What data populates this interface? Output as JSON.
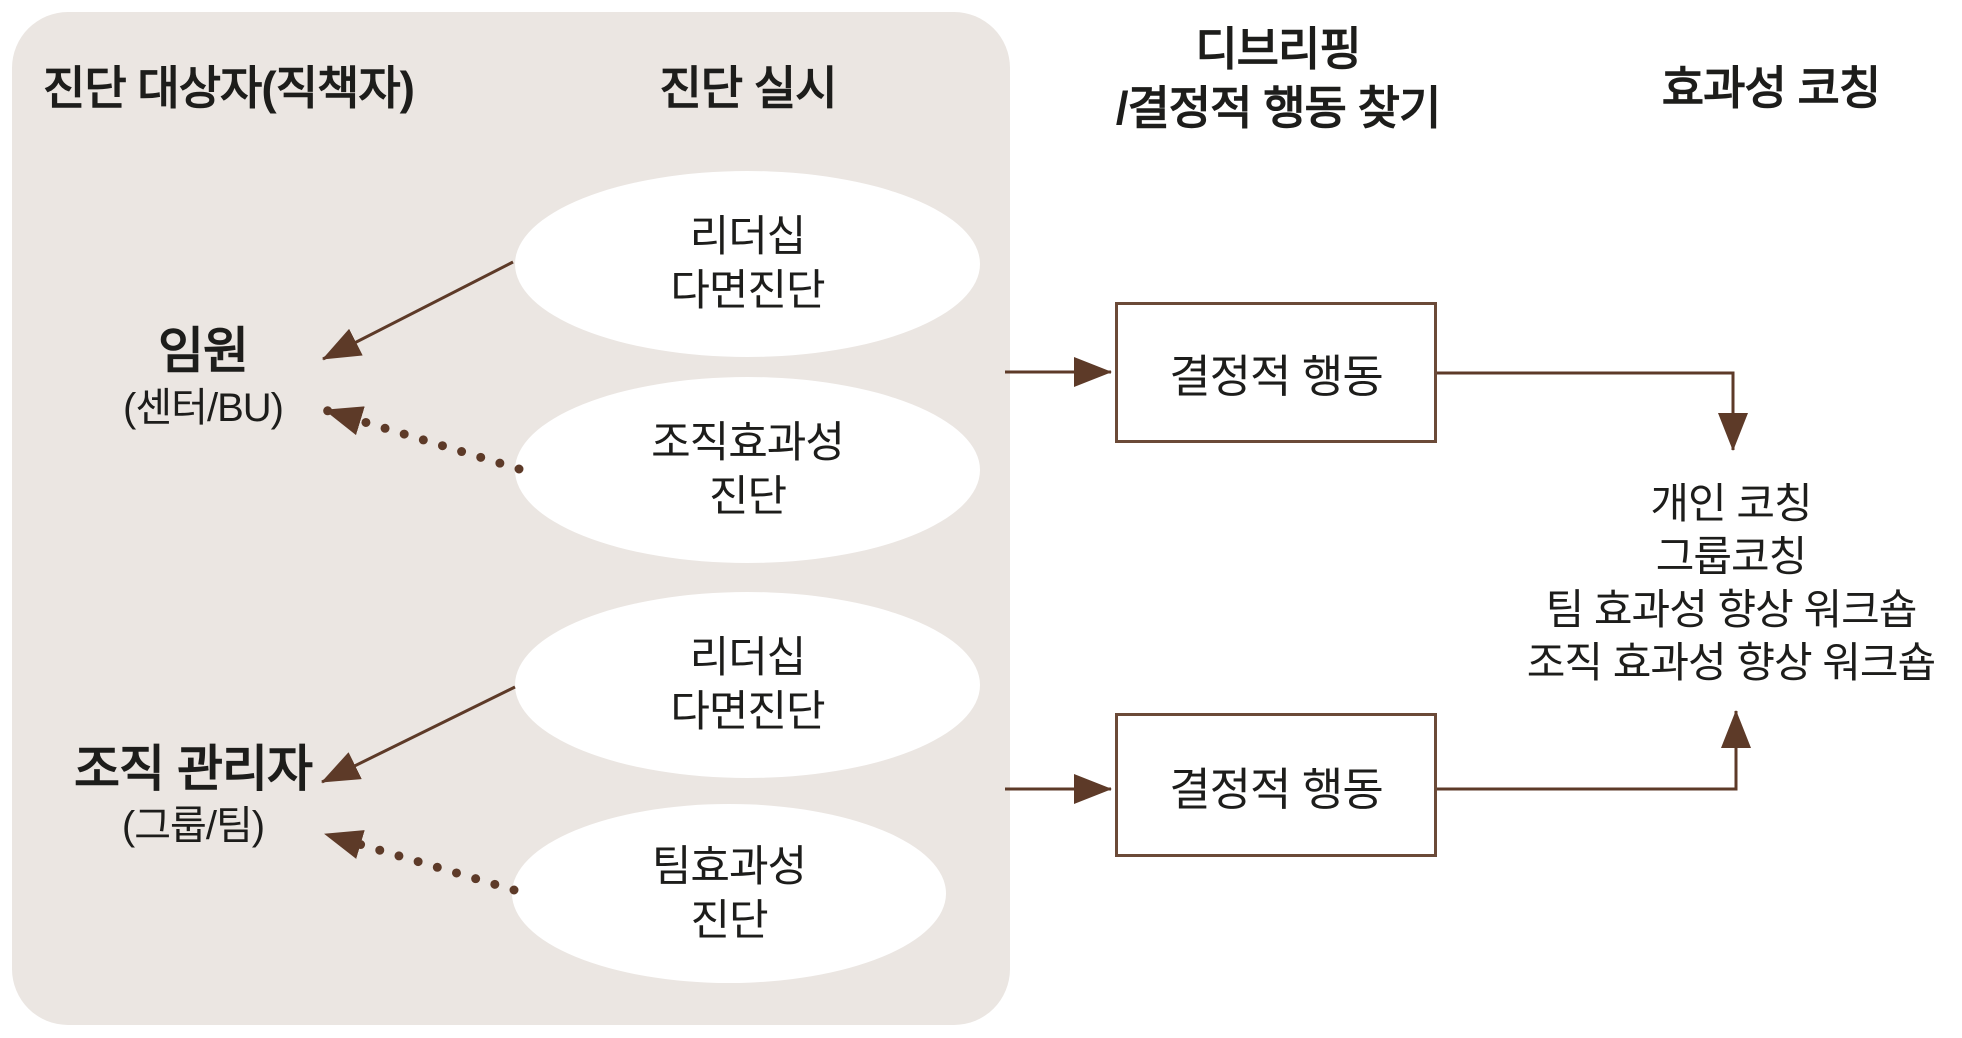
{
  "colors": {
    "panel_background": "#ebe6e2",
    "arrow_brown": "#5d3a28",
    "box_border_brown": "#6b4a38",
    "text": "#1d1d1b"
  },
  "columns": {
    "targets_header": "진단 대상자(직책자)",
    "assessment_header": "진단 실시",
    "debrief_header_line1": "디브리핑",
    "debrief_header_line2": "/결정적 행동 찾기",
    "coaching_header": "효과성 코칭"
  },
  "targets": [
    {
      "title": "임원",
      "subtitle": "(센터/BU)"
    },
    {
      "title": "조직 관리자",
      "subtitle": "(그룹/팀)"
    }
  ],
  "assessments": [
    {
      "line1": "리더십",
      "line2": "다면진단"
    },
    {
      "line1": "조직효과성",
      "line2": "진단"
    },
    {
      "line1": "리더십",
      "line2": "다면진단"
    },
    {
      "line1": "팀효과성",
      "line2": "진단"
    }
  ],
  "critical_behavior_boxes": [
    {
      "label": "결정적 행동"
    },
    {
      "label": "결정적 행동"
    }
  ],
  "coaching_methods": [
    "개인 코칭",
    "그룹코칭",
    "팀 효과성 향상 워크숍",
    "조직 효과성 향상 워크숍"
  ]
}
